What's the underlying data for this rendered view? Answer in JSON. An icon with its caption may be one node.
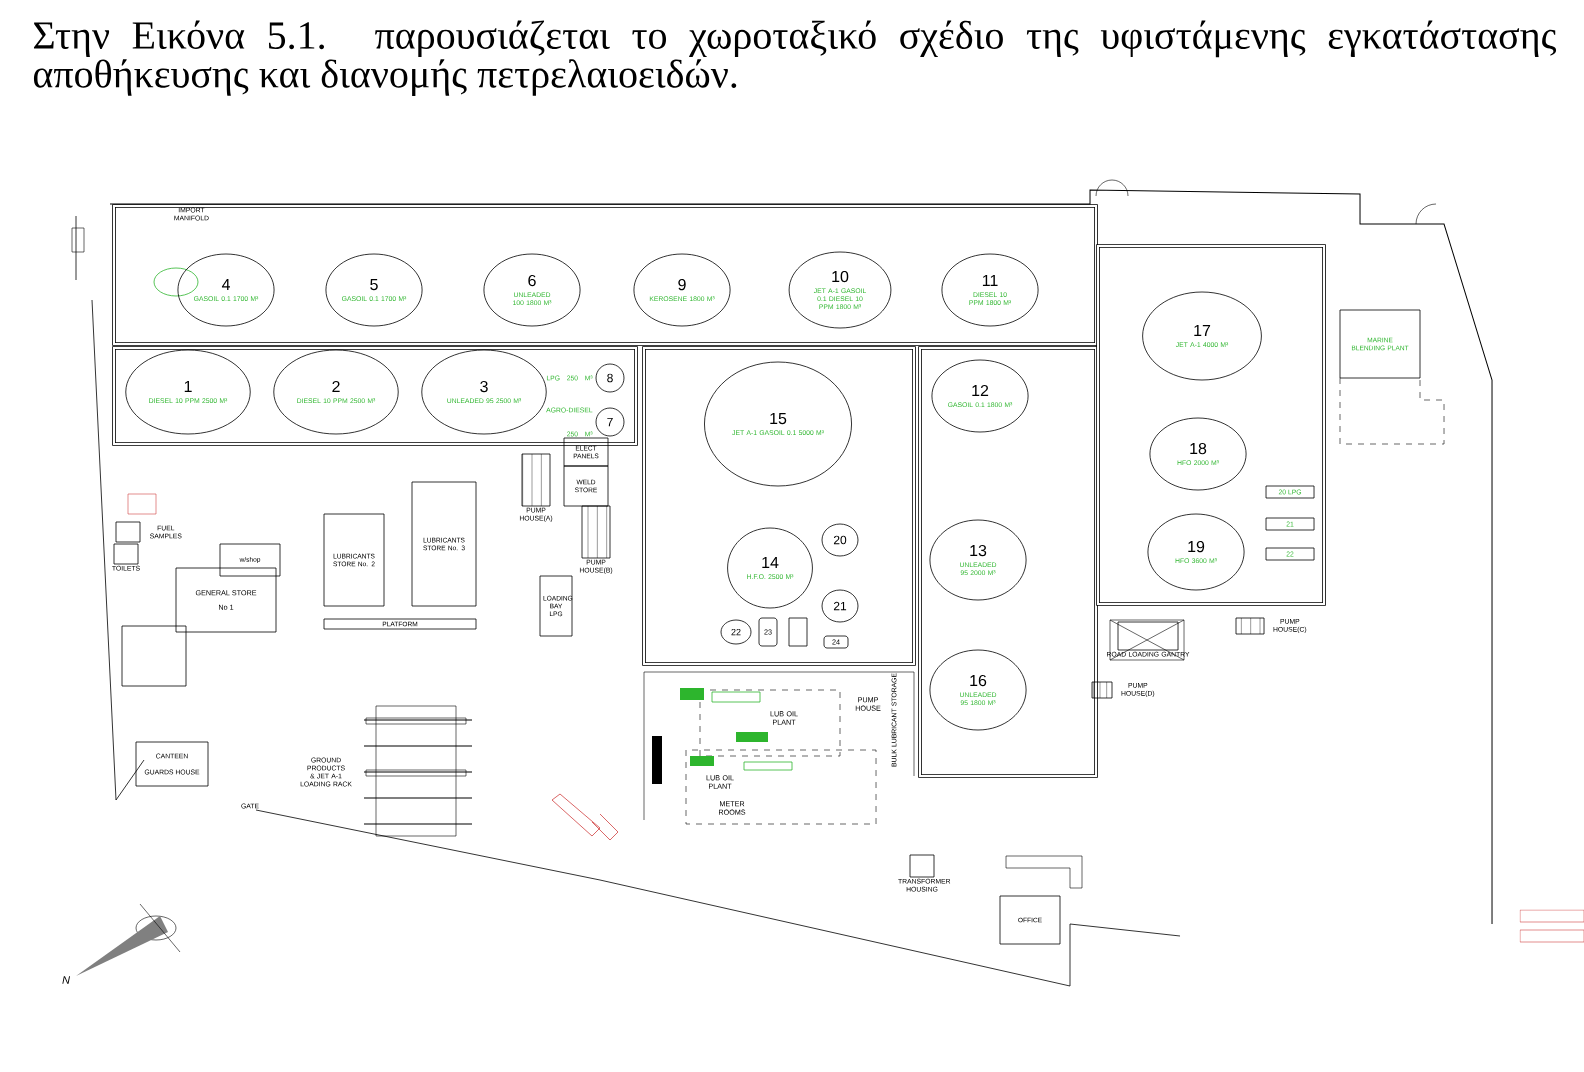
{
  "diagram": {
    "title": "Στην Εικόνα 5.1. παρουσιάζεται το χωροταξικό σχέδιο της υφιστάμενης εγκατάστασης αποθήκευσης και διανομής πετρελαιοειδών.",
    "nodes": [
      {
        "text": [],
        "shape": "circle"
      },
      {
        "text": [
          "4",
          "GASOIL 0.1 1700 M³"
        ]
      },
      {
        "text": [
          "5",
          "GASOIL 0.1 1700 M³"
        ]
      },
      {
        "text": [
          "6",
          "UNLEADED 100 1800 M³"
        ]
      },
      {
        "text": [
          "9",
          "KEROSENE 1800 M³"
        ]
      },
      {
        "text": [
          "10",
          "JET A-1 GASOIL 0.1 DIESEL 10 PPM 1800 M³"
        ]
      },
      {
        "text": [
          "11",
          "DIESEL 10 PPM 1800 M³"
        ]
      },
      {
        "text": [
          "MARINE BLENDING PLANT"
        ]
      },
      {
        "text": [
          "17",
          "JET A-1 4000 M³"
        ]
      },
      {
        "text": [
          "1",
          "DIESEL 10 PPM 2500 M³"
        ]
      },
      {
        "text": [
          "2",
          "DIESEL 10 PPM 2500 M³"
        ]
      },
      {
        "text": [
          "3",
          "UNLEADED 95 2500 M³"
        ]
      },
      {
        "text": [
          "8"
        ],
        "beside": [
          "LPG 250 M³"
        ]
      },
      {
        "text": [
          "7"
        ],
        "beside": [
          "AGRO-DIESEL 250 M³"
        ]
      },
      {
        "text": [
          "15",
          "JET A-1 GASOIL 0.1 5000 M³"
        ]
      },
      {
        "text": [
          "12",
          "GASOIL 0.1 1800 M³"
        ]
      },
      {
        "text": [
          "18",
          "HFO 2000 M³"
        ]
      },
      {
        "text": [
          "ELECT PANELS"
        ]
      },
      {
        "text": [
          "WELD STORE"
        ]
      },
      {
        "text": [
          "PUMP HOUSE(A)"
        ]
      },
      {
        "text": [
          "PUMP HOUSE(B)"
        ]
      },
      {
        "text": [
          "20 LPG"
        ]
      },
      {
        "text": [
          "21"
        ]
      },
      {
        "text": [
          "22"
        ]
      },
      {
        "text": [
          "FUEL SAMPLES"
        ]
      },
      {
        "text": [
          "TOILETS"
        ]
      },
      {
        "text": [
          "w/shop"
        ]
      },
      {
        "text": [
          "GENERAL STORE",
          "No 1"
        ]
      },
      {
        "text": [
          "LUBRICANTS STORE No. 2"
        ]
      },
      {
        "text": [
          "LUBRICANTS STORE No. 3"
        ]
      },
      {
        "text": [
          "PLATFORM"
        ]
      },
      {
        "text": [
          "LOADING BAY LPG"
        ]
      },
      {
        "text": [
          "20"
        ]
      },
      {
        "text": [
          "14",
          "H.F.O. 2500 M³"
        ]
      },
      {
        "text": [
          "13",
          "UNLEADED 95 2000 M³"
        ]
      },
      {
        "text": [
          "19",
          "HFO 3600 M³"
        ]
      },
      {
        "text": [
          "21"
        ]
      },
      {
        "text": [
          "22"
        ]
      },
      {
        "text": [
          "23"
        ]
      },
      {
        "text": [],
        "shape": "box"
      },
      {
        "text": [
          "24"
        ]
      },
      {
        "text": [
          "PUMP HOUSE(C)"
        ]
      },
      {
        "text": [
          "ROAD LOADING GANTRY"
        ]
      },
      {
        "text": [],
        "shape": "box"
      },
      {
        "text": [
          "PUMP HOUSE(D)"
        ]
      },
      {
        "text": [
          "LUB OIL PLANT"
        ]
      },
      {
        "text": [
          "PUMP HOUSE"
        ]
      },
      {
        "text": [
          "LUB OIL PLANT"
        ]
      },
      {
        "text": [
          "16",
          "UNLEADED 95 1800 M³"
        ]
      },
      {
        "text": [
          "METER ROOMS"
        ]
      },
      {
        "text": [
          "CANTEEN",
          "GUARDS HOUSE"
        ]
      },
      {
        "text": [
          "TRANSFORMER HOUSING"
        ]
      },
      {
        "text": [
          "OFFICE"
        ]
      }
    ],
    "labels": [
      "IMPORT MANIFOLD",
      "GROUND PRODUCTS & JET A-1 LOADING RACK",
      "BULK LUBRICANT STORAGE",
      "GATE",
      "N"
    ]
  }
}
